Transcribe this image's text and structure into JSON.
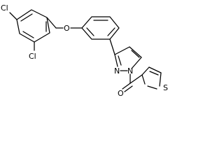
{
  "molecule": {
    "atoms": {
      "cl_top": "Cl",
      "cl_mid": "Cl",
      "o_ether": "O",
      "n_pyrazole_2": "N",
      "n_pyrazole_1": "N",
      "o_carbonyl": "O",
      "s_thiophene": "S"
    }
  },
  "colors": {
    "bond": "#000000",
    "label": "#000000",
    "background": "#ffffff"
  }
}
